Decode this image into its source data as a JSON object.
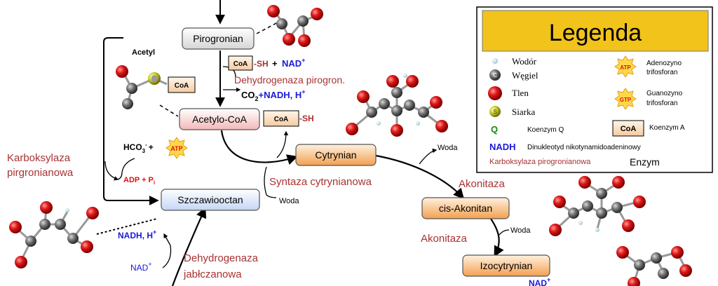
{
  "colors": {
    "enzyme": "#a83232",
    "nadh": "#1a1ad8",
    "coenzymeQ": "#138a13",
    "atp_red": "#e01010",
    "legend_title_bg": "#f2c31a",
    "box_gray": "#ebebeb",
    "box_pink": "#f7d4d4",
    "box_blue": "#dce8fa",
    "box_orange": "#f7c08a"
  },
  "nodes": {
    "pyruvate": "Pirogronian",
    "acetylcoa": "Acetylo-CoA",
    "citrate": "Cytrynian",
    "oxaloacetate": "Szczawiooctan",
    "cisaconitate": "cis-Akonitan",
    "isocitrate": "Izocytrynian"
  },
  "labels": {
    "acetyl": "Acetyl",
    "coa": "CoA",
    "sh": "-SH",
    "plus": "+",
    "nad": "NAD",
    "nad_sup": "+",
    "co2": "CO",
    "co2_sub": "2",
    "nadh_h": "+NADH, H",
    "nadh_h_sup": "+",
    "hco3": "HCO",
    "hco3_sub": "3",
    "hco3_sup": "-",
    "hco3_plus": "+",
    "adp": "ADP + P",
    "adp_sub": "i",
    "atp": "ATP",
    "woda": "Woda",
    "woda_top": "Woda",
    "woda_isocitrate": "Woda",
    "nadh_bottom": "NADH, H",
    "nadh_bottom_sup": "+",
    "nad_bottom": "NAD",
    "nad_bottom_sup": "+",
    "nad_right": "NAD",
    "nad_right_sup": "+",
    "s": "S"
  },
  "enzymes": {
    "pdh": "Dehydrogenaza pirogron.",
    "pc_line1": "Karboksylaza",
    "pc_line2": "pirgronianowa",
    "cs": "Syntaza cytrynianowa",
    "aco1": "Akonitaza",
    "aco2": "Akonitaza",
    "mdh_line1": "Dehydrogenaza",
    "mdh_line2": "jabłczanowa"
  },
  "legend": {
    "title": "Legenda",
    "hydrogen": "Wodór",
    "carbon": "Węgiel",
    "oxygen": "Tlen",
    "sulfur": "Siarka",
    "q_symbol": "Q",
    "q_text": "Koenzym Q",
    "coa_symbol": "CoA",
    "coa_text": "Koenzym A",
    "nadh_symbol": "NADH",
    "nadh_text": "Dinukleotyd nikotynamidoadeninowy",
    "enzyme_example": "Karboksylaza pirogronianowa",
    "enzyme_text": "Enzym",
    "atp_symbol": "ATP",
    "atp_line1": "Adenozyno",
    "atp_line2": "trifosforan",
    "gtp_symbol": "GTP",
    "gtp_line1": "Guanozyno",
    "gtp_line2": "trifosforan",
    "carbon_letter": "C",
    "sulfur_letter": "S"
  }
}
